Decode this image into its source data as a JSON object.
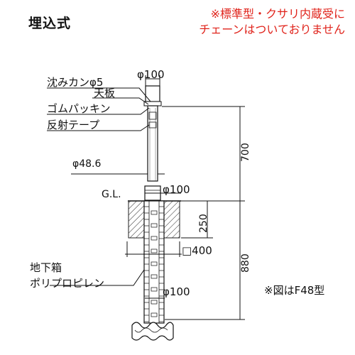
{
  "title": "埋込式",
  "notes": {
    "line1": "※標準型・クサリ内蔵受に",
    "line2": "チェーンはついておりません"
  },
  "labels": {
    "chain_ring": "沈みカンφ5",
    "top_plate": "天板",
    "rubber_packing": "ゴムパッキン",
    "reflective_tape": "反射テープ",
    "pipe_diameter": "φ48.6",
    "ground_line": "G.L.",
    "underground_box": "地下箱",
    "polypropylene": "ポリプロピレン"
  },
  "dimensions": {
    "top_diameter": "φ100",
    "gl_diameter": "φ100",
    "box_diameter": "φ100",
    "height_above": "700",
    "depth_below": "880",
    "box_depth": "250",
    "box_square": "□400"
  },
  "figure_note": "※図はF48型"
}
